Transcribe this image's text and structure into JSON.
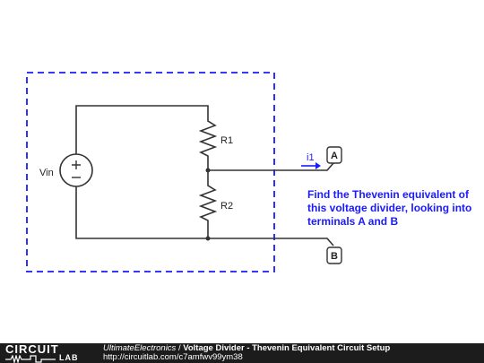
{
  "circuit": {
    "source_label": "Vin",
    "r1_label": "R1",
    "r2_label": "R2",
    "current_label": "i1",
    "terminal_a": "A",
    "terminal_b": "B"
  },
  "note": "Find the Thevenin equivalent of this voltage divider, looking into terminals A and B",
  "colors": {
    "wire": "#333333",
    "dashed_box": "#1a1aff",
    "note_text": "#1a1aff",
    "footer_bg": "#1c1c1c"
  },
  "footer": {
    "logo_top": "CIRCUIT",
    "logo_bottom": "LAB",
    "author": "UltimateElectronics",
    "separator": " / ",
    "title": "Voltage Divider - Thevenin Equivalent Circuit Setup",
    "url": "http://circuitlab.com/c7amfwv99ym38"
  }
}
